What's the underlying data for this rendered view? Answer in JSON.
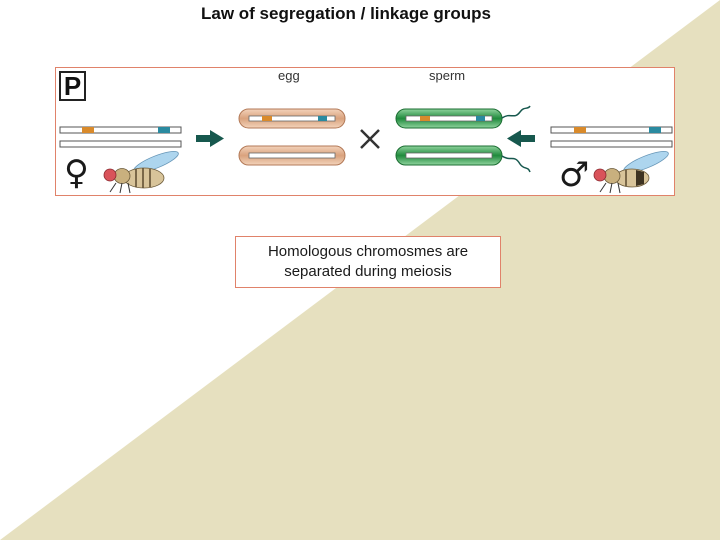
{
  "slide": {
    "title": "Law of segregation / linkage groups",
    "caption": "Homologous chromosmes are separated during meiosis"
  },
  "figure": {
    "panel_label": "P",
    "egg_label": "egg",
    "sperm_label": "sperm",
    "female_symbol": "♀",
    "male_symbol": "♂",
    "cross_icon": "multiplication-x",
    "colors": {
      "background_triangle": "#e6e0bf",
      "border": "#e0826a",
      "egg": "#e6b998",
      "sperm": "#2e9a4a",
      "allele_orange": "#d98a2b",
      "allele_teal": "#2a8aa0",
      "arrow": "#17584e"
    }
  }
}
